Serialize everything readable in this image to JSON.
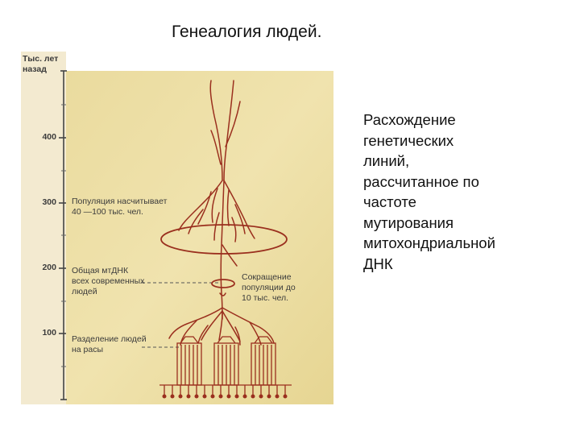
{
  "title": "Генеалогия людей.",
  "caption_lines": [
    "Расхождение",
    "генетических",
    "линий,",
    "рассчитанное по",
    "частоте",
    "мутирования",
    "митохондриальной",
    "ДНК"
  ],
  "axis": {
    "label_lines": [
      "Тыс. лет",
      "назад"
    ],
    "ticks": [
      "400",
      "300",
      "200",
      "100"
    ]
  },
  "annotations": {
    "population": [
      "Популяция насчитывает",
      "40 —100 тыс. чел."
    ],
    "common_dna": [
      "Общая мтДНК",
      "всех современных",
      "людей"
    ],
    "reduction": [
      "Сокращение",
      "популяции до",
      "10 тыс. чел."
    ],
    "races": [
      "Разделение людей",
      "на расы"
    ]
  },
  "colors": {
    "paper": "#ecdca0",
    "lines": "#9a2f1e",
    "text": "#3b3b3b"
  }
}
